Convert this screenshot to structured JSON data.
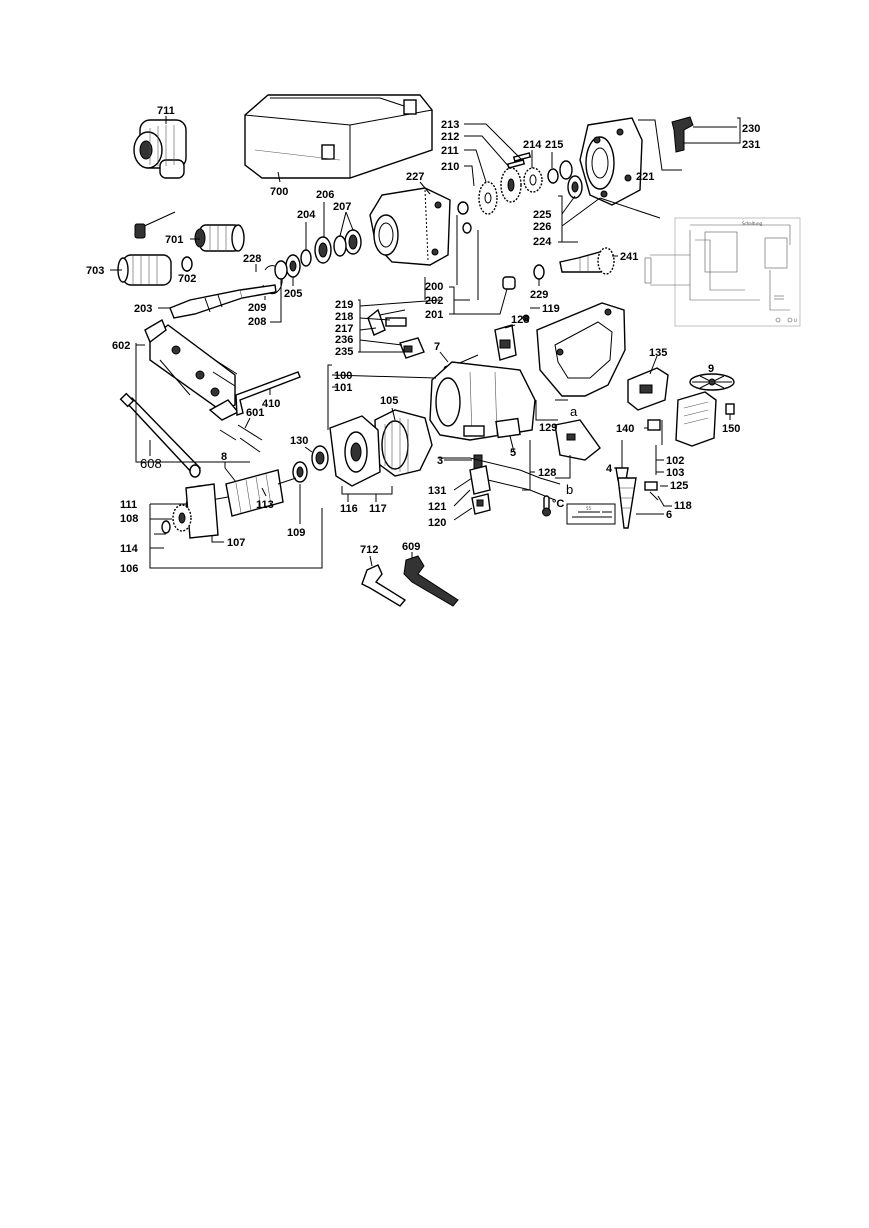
{
  "labels": {
    "p711": "711",
    "p700": "700",
    "p213": "213",
    "p212": "212",
    "p211": "211",
    "p210": "210",
    "p214": "214",
    "p215": "215",
    "p230": "230",
    "p231": "231",
    "p221": "221",
    "p227": "227",
    "p206": "206",
    "p207": "207",
    "p204": "204",
    "p225": "225",
    "p226": "226",
    "p224": "224",
    "p701": "701",
    "p703": "703",
    "p702": "702",
    "p228": "228",
    "p241": "241",
    "p200": "200",
    "p202": "202",
    "p201": "201",
    "p229": "229",
    "p209": "209",
    "p205": "205",
    "p208": "208",
    "p203": "203",
    "p219": "219",
    "p218": "218",
    "p217": "217",
    "p236": "236",
    "p235": "235",
    "p119": "119",
    "p128a": "128",
    "p602": "602",
    "p7": "7",
    "p135": "135",
    "p9": "9",
    "p100": "100",
    "p101": "101",
    "p105": "105",
    "p410": "410",
    "p601": "601",
    "pa": "a",
    "p129": "129",
    "p140": "140",
    "p150": "150",
    "p130": "130",
    "p608": "608",
    "p8": "8",
    "p3": "3",
    "p5": "5",
    "p128b": "128",
    "p102": "102",
    "p103": "103",
    "p4": "4",
    "p125": "125",
    "p111": "111",
    "p108": "108",
    "p113": "113",
    "p131": "131",
    "pb": "b",
    "p118": "118",
    "p121": "121",
    "p116": "116",
    "p117": "117",
    "pdegc": "°C",
    "p6": "6",
    "p120": "120",
    "p109": "109",
    "p107": "107",
    "p114": "114",
    "p106": "106",
    "p712": "712",
    "p609": "609",
    "dim55": "55"
  },
  "colors": {
    "ink": "#000000",
    "background": "#ffffff",
    "part_fill": "#ffffff",
    "shade": "#333333"
  }
}
